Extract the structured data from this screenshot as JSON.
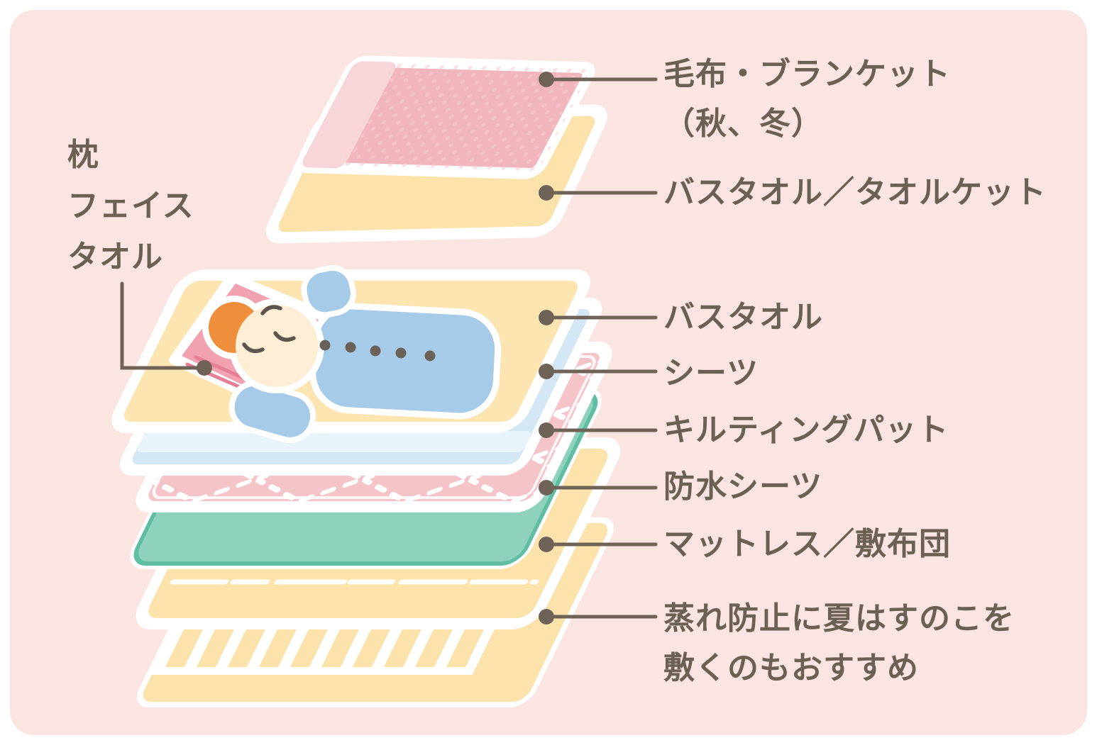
{
  "colors": {
    "background": "#fbe5e2",
    "white": "#ffffff",
    "text": "#6b6054",
    "connector": "#6f6357",
    "blanket_pink": "#f1b6bd",
    "blanket_pink_light": "#f7d6da",
    "blanket_dot": "#f6cad1",
    "towel_yellow": "#fbe3ab",
    "bath_towel_yellow": "#fce5b0",
    "sheet_blue": "#d4e7f5",
    "sheet_blue_light": "#e9f3fa",
    "quilt_pink": "#f5c4c9",
    "waterproof_teal": "#8ed2be",
    "waterproof_teal_dark": "#5fbda1",
    "mattress_yellow": "#fbe3ab",
    "slat_yellow": "#fbe3ab",
    "baby_blue": "#a6cbe9",
    "baby_skin": "#fdeed5",
    "baby_hair": "#ef8f3b",
    "pillow_pink": "#f1a1b0",
    "pillow_fold": "#e57e96",
    "face_line": "#5b554e",
    "button_dot": "#6a6159"
  },
  "left_label": {
    "id": "pillow-face-towel",
    "text": "枕\nフェイス\nタオル"
  },
  "labels": [
    {
      "id": "blanket",
      "text": "毛布・ブランケット\n（秋、冬）"
    },
    {
      "id": "bath-towel-blanket",
      "text": "バスタオル／タオルケット"
    },
    {
      "id": "bath-towel",
      "text": "バスタオル"
    },
    {
      "id": "sheet",
      "text": "シーツ"
    },
    {
      "id": "quilting-pad",
      "text": "キルティングパット"
    },
    {
      "id": "waterproof-sheet",
      "text": "防水シーツ"
    },
    {
      "id": "mattress-futon",
      "text": "マットレス／敷布団"
    },
    {
      "id": "slats-note",
      "text": "蒸れ防止に夏はすのこを\n敷くのもおすすめ"
    }
  ]
}
